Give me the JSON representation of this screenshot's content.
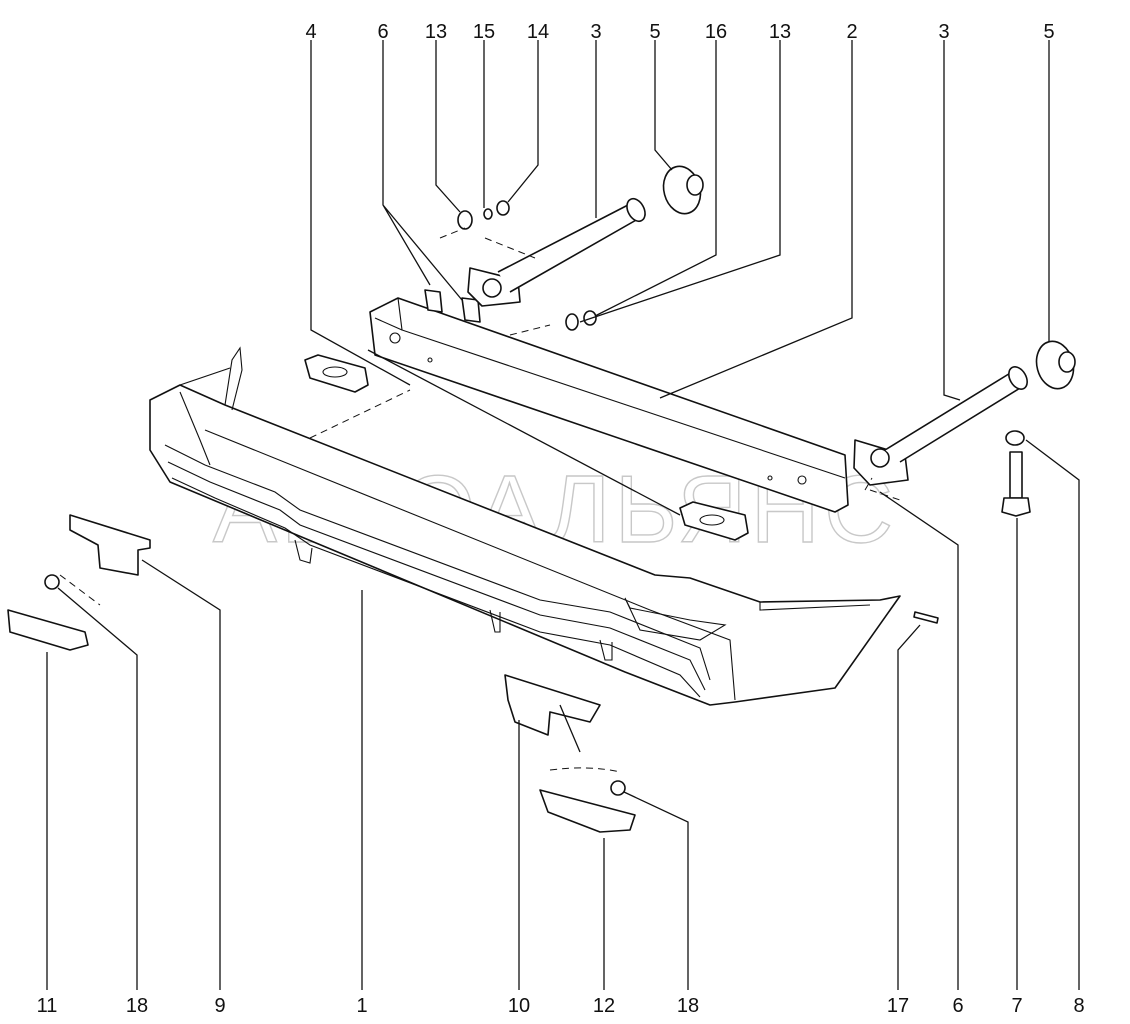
{
  "watermark": "АВТОАЛЬЯНС",
  "callouts_top": [
    {
      "id": "t1",
      "label": "4"
    },
    {
      "id": "t2",
      "label": "6"
    },
    {
      "id": "t3",
      "label": "13"
    },
    {
      "id": "t4",
      "label": "15"
    },
    {
      "id": "t5",
      "label": "14"
    },
    {
      "id": "t6",
      "label": "3"
    },
    {
      "id": "t7",
      "label": "5"
    },
    {
      "id": "t8",
      "label": "16"
    },
    {
      "id": "t9",
      "label": "13"
    },
    {
      "id": "t10",
      "label": "2"
    },
    {
      "id": "t11",
      "label": "3"
    },
    {
      "id": "t12",
      "label": "5"
    }
  ],
  "callouts_bottom": [
    {
      "id": "b1",
      "label": "11"
    },
    {
      "id": "b2",
      "label": "18"
    },
    {
      "id": "b3",
      "label": "9"
    },
    {
      "id": "b4",
      "label": "1"
    },
    {
      "id": "b5",
      "label": "10"
    },
    {
      "id": "b6",
      "label": "12"
    },
    {
      "id": "b7",
      "label": "18"
    },
    {
      "id": "b8",
      "label": "17"
    },
    {
      "id": "b9",
      "label": "6"
    },
    {
      "id": "b10",
      "label": "7"
    },
    {
      "id": "b11",
      "label": "8"
    }
  ]
}
